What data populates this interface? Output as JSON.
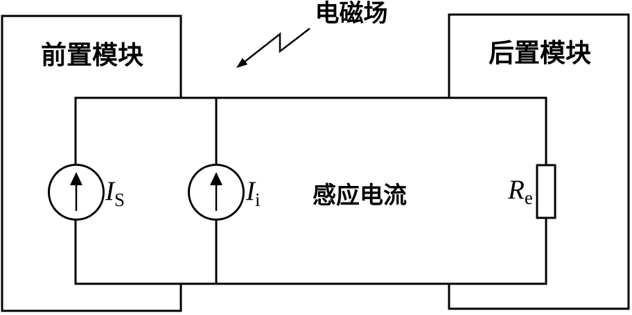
{
  "colors": {
    "background": "#ffffff",
    "line": "#000000"
  },
  "modules": {
    "front": {
      "label": "前置模块"
    },
    "rear": {
      "label": "后置模块"
    }
  },
  "labels": {
    "field": "电磁场",
    "induced_current": "感应电流"
  },
  "components": {
    "source_signal": {
      "symbol": "I",
      "subscript": "S"
    },
    "source_induced": {
      "symbol": "I",
      "subscript": "i"
    },
    "resistor_load": {
      "symbol": "R",
      "subscript": "e"
    }
  }
}
